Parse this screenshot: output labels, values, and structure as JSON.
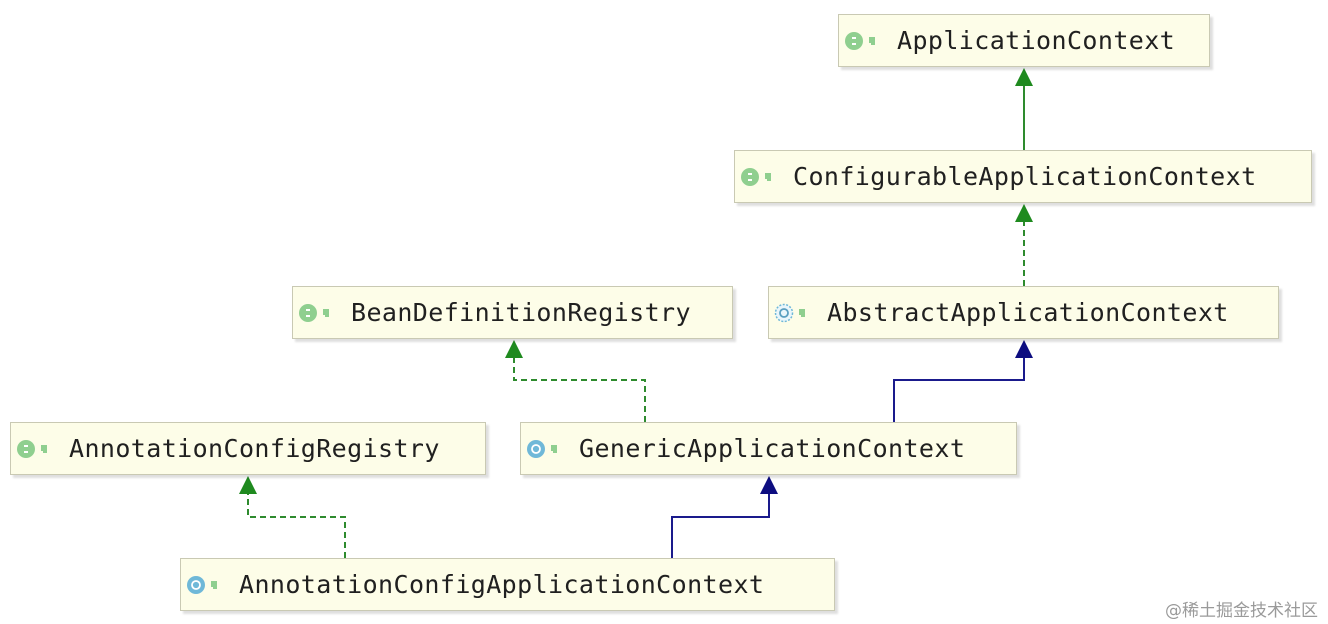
{
  "nodes": {
    "application_context": {
      "name": "ApplicationContext",
      "kind": "interface",
      "icon": "interface-icon"
    },
    "configurable_application_context": {
      "name": "ConfigurableApplicationContext",
      "kind": "interface",
      "icon": "interface-icon"
    },
    "bean_definition_registry": {
      "name": "BeanDefinitionRegistry",
      "kind": "interface",
      "icon": "interface-icon"
    },
    "abstract_application_context": {
      "name": "AbstractApplicationContext",
      "kind": "abstract-class",
      "icon": "abstract-class-icon"
    },
    "annotation_config_registry": {
      "name": "AnnotationConfigRegistry",
      "kind": "interface",
      "icon": "interface-icon"
    },
    "generic_application_context": {
      "name": "GenericApplicationContext",
      "kind": "class",
      "icon": "class-icon"
    },
    "annotation_config_application_context": {
      "name": "AnnotationConfigApplicationContext",
      "kind": "class",
      "icon": "class-icon"
    }
  },
  "edges": [
    {
      "from": "configurable_application_context",
      "to": "application_context",
      "type": "extends-interface",
      "color": "#2e8b2e"
    },
    {
      "from": "abstract_application_context",
      "to": "configurable_application_context",
      "type": "implements",
      "color": "#2e8b2e"
    },
    {
      "from": "generic_application_context",
      "to": "bean_definition_registry",
      "type": "implements",
      "color": "#2e8b2e"
    },
    {
      "from": "generic_application_context",
      "to": "abstract_application_context",
      "type": "extends",
      "color": "#1a1a8c"
    },
    {
      "from": "annotation_config_application_context",
      "to": "annotation_config_registry",
      "type": "implements",
      "color": "#2e8b2e"
    },
    {
      "from": "annotation_config_application_context",
      "to": "generic_application_context",
      "type": "extends",
      "color": "#1a1a8c"
    }
  ],
  "colors": {
    "node_background": "#fdfde8",
    "node_border": "#c9c9b3",
    "interface_icon": "#8fcf8f",
    "class_icon": "#6fb8d8",
    "implements_line": "#2e8b2e",
    "extends_line": "#1a1a8c"
  },
  "watermark": "@稀土掘金技术社区"
}
